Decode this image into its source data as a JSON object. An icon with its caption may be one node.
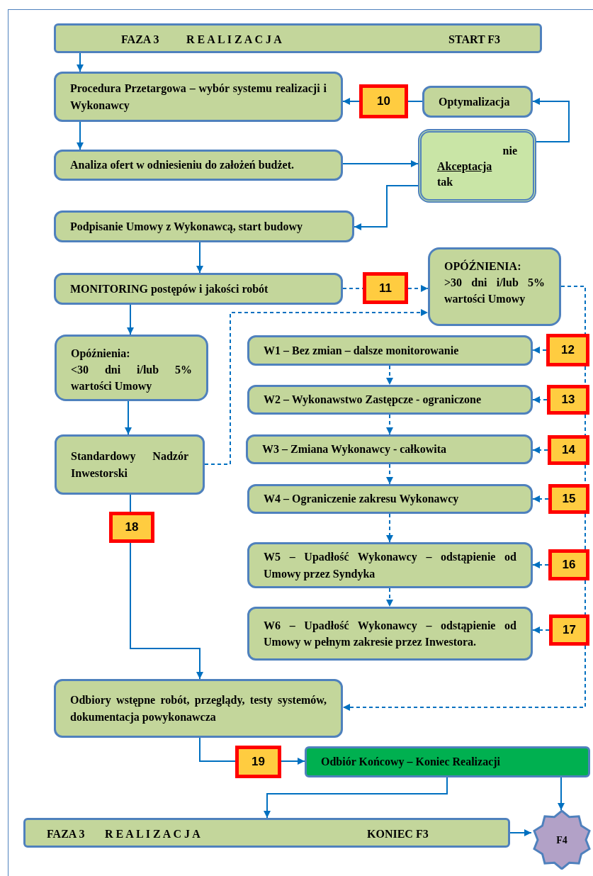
{
  "diagram": {
    "nodes": [
      {
        "text": [
          "FAZA 3",
          "R E A L I Z A C J A",
          "START F3"
        ]
      },
      {
        "text": [
          "Procedura Przetargowa – wybór systemu realizacji i Wykonawcy"
        ]
      },
      {
        "text": [
          "10"
        ]
      },
      {
        "text": [
          "Optymalizacja"
        ]
      },
      {
        "text": [
          "Analiza ofert w odniesieniu do założeń budżet."
        ]
      },
      {
        "text": [
          "nie",
          "Akceptacja",
          "tak"
        ]
      },
      {
        "text": [
          "Podpisanie Umowy z Wykonawcą, start budowy"
        ]
      },
      {
        "text": [
          "MONITORING postępów i jakości robót"
        ]
      },
      {
        "text": [
          "11"
        ]
      },
      {
        "text": [
          "OPÓŹNIENIA:",
          ">30 dni i/lub 5% wartości Umowy"
        ]
      },
      {
        "text": [
          "W1 – Bez zmian – dalsze monitorowanie"
        ]
      },
      {
        "text": [
          "12"
        ]
      },
      {
        "text": [
          "Opóźnienia:",
          "<30 dni i/lub 5% wartości Umowy"
        ]
      },
      {
        "text": [
          "W2 – Wykonawstwo Zastępcze - ograniczone"
        ]
      },
      {
        "text": [
          "13"
        ]
      },
      {
        "text": [
          "Standardowy Nadzór Inwestorski"
        ]
      },
      {
        "text": [
          "W3 – Zmiana Wykonawcy - całkowita"
        ]
      },
      {
        "text": [
          "14"
        ]
      },
      {
        "text": [
          "W4 – Ograniczenie zakresu Wykonawcy"
        ]
      },
      {
        "text": [
          "15"
        ]
      },
      {
        "text": [
          "18"
        ]
      },
      {
        "text": [
          "W5 – Upadłość Wykonawcy – odstąpienie od Umowy przez Syndyka"
        ]
      },
      {
        "text": [
          "16"
        ]
      },
      {
        "text": [
          "W6 – Upadłość Wykonawcy – odstąpienie od Umowy w pełnym zakresie przez Inwestora."
        ]
      },
      {
        "text": [
          "17"
        ]
      },
      {
        "text": [
          "Odbiory wstępne robót, przeglądy, testy systemów, dokumentacja powykonawcza"
        ]
      },
      {
        "text": [
          "19"
        ]
      },
      {
        "text": [
          "Odbiór Końcowy – Koniec Realizacji"
        ]
      },
      {
        "text": [
          "FAZA 3",
          "R E A L I Z A C J A",
          "KONIEC F3"
        ]
      },
      {
        "text": [
          "F4"
        ]
      }
    ],
    "edges": [
      {
        "from": 0,
        "to": 1,
        "arrow": "to"
      },
      {
        "from": 1,
        "to": 4,
        "arrow": "to"
      },
      {
        "from": 3,
        "to": 2,
        "arrow": "none"
      },
      {
        "from": 2,
        "to": 1,
        "arrow": "to"
      },
      {
        "from": 4,
        "to": 5,
        "arrow": "to"
      },
      {
        "from": 5,
        "to": 3,
        "arrow": "to"
      },
      {
        "from": 5,
        "to": 6,
        "arrow": "to"
      },
      {
        "from": 6,
        "to": 7,
        "arrow": "to"
      },
      {
        "from": 7,
        "to": 8,
        "arrow": "none",
        "style": "dashed"
      },
      {
        "from": 8,
        "to": 9,
        "arrow": "to",
        "style": "dashed"
      },
      {
        "from": 7,
        "to": 12,
        "arrow": "to"
      },
      {
        "from": 12,
        "to": 15,
        "arrow": "to"
      },
      {
        "from": 15,
        "to": 9,
        "arrow": "to",
        "style": "dashed"
      },
      {
        "from": 9,
        "to": 11,
        "arrow": "none",
        "style": "dashed"
      },
      {
        "from": 11,
        "to": 10,
        "arrow": "to",
        "style": "dashed"
      },
      {
        "from": 11,
        "to": 14,
        "arrow": "none",
        "style": "dashed"
      },
      {
        "from": 14,
        "to": 13,
        "arrow": "to",
        "style": "dashed"
      },
      {
        "from": 14,
        "to": 17,
        "arrow": "none",
        "style": "dashed"
      },
      {
        "from": 17,
        "to": 16,
        "arrow": "to",
        "style": "dashed"
      },
      {
        "from": 17,
        "to": 19,
        "arrow": "none",
        "style": "dashed"
      },
      {
        "from": 19,
        "to": 18,
        "arrow": "to",
        "style": "dashed"
      },
      {
        "from": 19,
        "to": 22,
        "arrow": "none",
        "style": "dashed"
      },
      {
        "from": 22,
        "to": 21,
        "arrow": "to",
        "style": "dashed"
      },
      {
        "from": 22,
        "to": 24,
        "arrow": "none",
        "style": "dashed"
      },
      {
        "from": 24,
        "to": 23,
        "arrow": "to",
        "style": "dashed"
      },
      {
        "from": 10,
        "to": 13,
        "arrow": "to",
        "style": "dashed"
      },
      {
        "from": 13,
        "to": 16,
        "arrow": "to",
        "style": "dashed"
      },
      {
        "from": 16,
        "to": 18,
        "arrow": "to",
        "style": "dashed"
      },
      {
        "from": 18,
        "to": 21,
        "arrow": "to",
        "style": "dashed"
      },
      {
        "from": 21,
        "to": 23,
        "arrow": "to",
        "style": "dashed"
      },
      {
        "from": 24,
        "to": 25,
        "arrow": "to",
        "style": "dashed"
      },
      {
        "from": 15,
        "to": 20,
        "arrow": "none"
      },
      {
        "from": 20,
        "to": 25,
        "arrow": "to"
      },
      {
        "from": 25,
        "to": 26,
        "arrow": "none"
      },
      {
        "from": 26,
        "to": 27,
        "arrow": "to"
      },
      {
        "from": 27,
        "to": 28,
        "arrow": "to"
      },
      {
        "from": 27,
        "to": 29,
        "arrow": "to"
      },
      {
        "from": 28,
        "to": 29,
        "arrow": "to"
      }
    ]
  }
}
